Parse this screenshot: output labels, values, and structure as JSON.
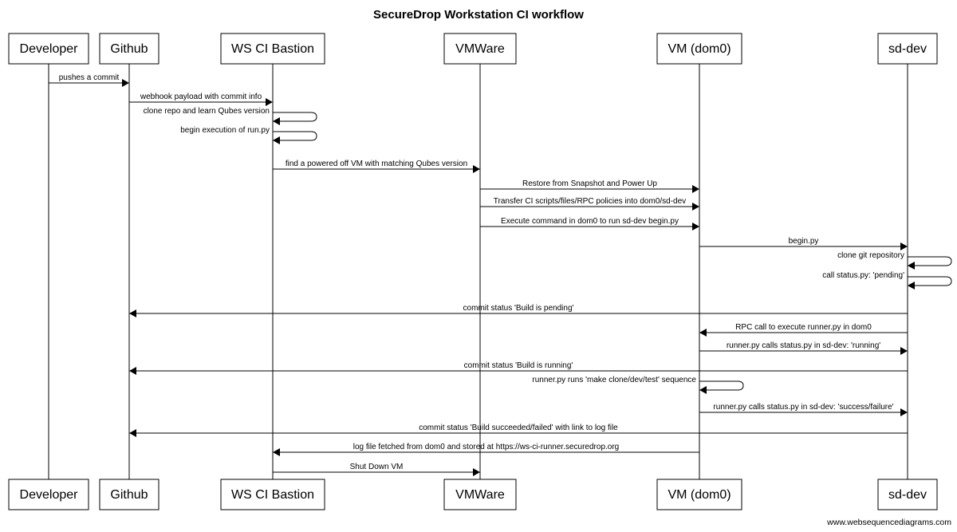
{
  "diagram": {
    "title": "SecureDrop Workstation CI workflow",
    "footer": "www.websequencediagrams.com",
    "participants": [
      {
        "id": "dev",
        "label": "Developer"
      },
      {
        "id": "gh",
        "label": "Github"
      },
      {
        "id": "ws",
        "label": "WS CI Bastion"
      },
      {
        "id": "vmw",
        "label": "VMWare"
      },
      {
        "id": "vm",
        "label": "VM (dom0)"
      },
      {
        "id": "sd",
        "label": "sd-dev"
      }
    ],
    "messages": [
      {
        "from": "dev",
        "to": "gh",
        "label": "pushes a commit"
      },
      {
        "from": "gh",
        "to": "ws",
        "label": "webhook payload with commit info"
      },
      {
        "from": "ws",
        "to": "ws",
        "label": "clone repo and learn Qubes version"
      },
      {
        "from": "ws",
        "to": "ws",
        "label": "begin execution of run.py"
      },
      {
        "from": "ws",
        "to": "vmw",
        "label": "find a powered off VM with matching Qubes version"
      },
      {
        "from": "vmw",
        "to": "vm",
        "label": "Restore from Snapshot and Power Up"
      },
      {
        "from": "vmw",
        "to": "vm",
        "label": "Transfer CI scripts/files/RPC policies into dom0/sd-dev"
      },
      {
        "from": "vmw",
        "to": "vm",
        "label": "Execute command in dom0 to run sd-dev begin.py"
      },
      {
        "from": "vm",
        "to": "sd",
        "label": "begin.py"
      },
      {
        "from": "sd",
        "to": "sd",
        "label": "clone git repository"
      },
      {
        "from": "sd",
        "to": "sd",
        "label": "call status.py: 'pending'"
      },
      {
        "from": "sd",
        "to": "gh",
        "label": "commit status 'Build is pending'"
      },
      {
        "from": "sd",
        "to": "vm",
        "label": "RPC call to execute runner.py in dom0"
      },
      {
        "from": "vm",
        "to": "sd",
        "label": "runner.py calls status.py in sd-dev: 'running'"
      },
      {
        "from": "sd",
        "to": "gh",
        "label": "commit status 'Build is running'"
      },
      {
        "from": "vm",
        "to": "vm",
        "label": "runner.py runs 'make clone/dev/test' sequence"
      },
      {
        "from": "vm",
        "to": "sd",
        "label": "runner.py calls status.py in sd-dev: 'success/failure'"
      },
      {
        "from": "sd",
        "to": "gh",
        "label": "commit status 'Build succeeded/failed' with link to log file"
      },
      {
        "from": "vm",
        "to": "ws",
        "label": "log file fetched from dom0 and stored at https://ws-ci-runner.securedrop.org"
      },
      {
        "from": "ws",
        "to": "vmw",
        "label": "Shut Down VM"
      }
    ]
  }
}
